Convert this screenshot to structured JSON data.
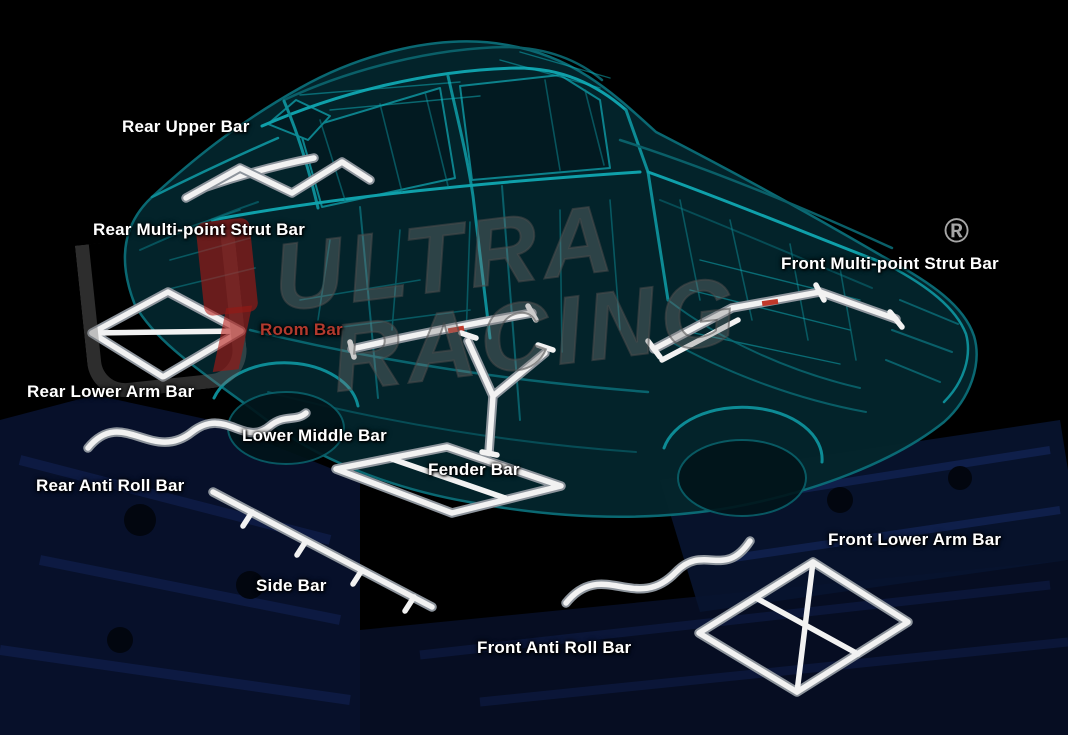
{
  "diagram_title": "Ultra Racing chassis strengthening bars diagram",
  "colors": {
    "background": "#000000",
    "car_wireframe_teal": "#0d8b95",
    "bar_white": "#f2f2f2",
    "label_default": "#ffffff",
    "room_bar_label": "#b23a2e",
    "watermark_gray": "#7d7d7d",
    "logo_red": "#b91914",
    "subframe_navy": "#07102a"
  },
  "watermark": {
    "brand_top": "ULTRA",
    "brand_bottom": "RACING",
    "registered_mark": "®",
    "logo_icon": "ultra-racing-ur-logo"
  },
  "labels": {
    "rear_upper_bar": {
      "text": "Rear Upper Bar",
      "color": "#ffffff"
    },
    "rear_multi_point_strut_bar": {
      "text": "Rear Multi-point Strut Bar",
      "color": "#ffffff"
    },
    "room_bar": {
      "text": "Room Bar",
      "color": "#b23a2e"
    },
    "rear_lower_arm_bar": {
      "text": "Rear Lower Arm Bar",
      "color": "#ffffff"
    },
    "lower_middle_bar": {
      "text": "Lower Middle Bar",
      "color": "#ffffff"
    },
    "rear_anti_roll_bar": {
      "text": "Rear Anti Roll Bar",
      "color": "#ffffff"
    },
    "fender_bar": {
      "text": "Fender Bar",
      "color": "#ffffff"
    },
    "side_bar": {
      "text": "Side Bar",
      "color": "#ffffff"
    },
    "front_anti_roll_bar": {
      "text": "Front Anti Roll Bar",
      "color": "#ffffff"
    },
    "front_lower_arm_bar": {
      "text": "Front Lower Arm Bar",
      "color": "#ffffff"
    },
    "front_multi_point_strut_bar": {
      "text": "Front Multi-point Strut Bar",
      "color": "#ffffff"
    }
  }
}
